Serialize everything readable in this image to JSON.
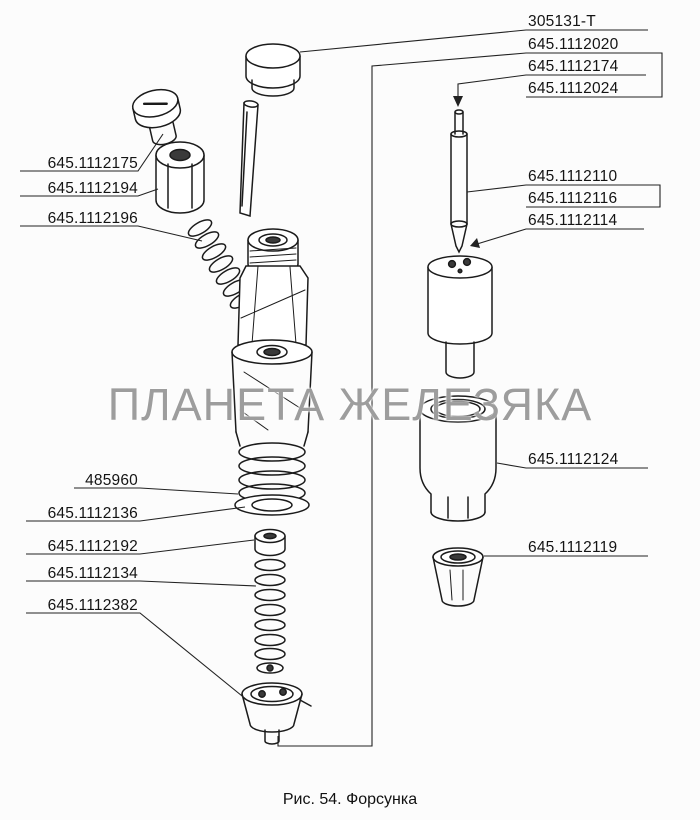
{
  "figure": {
    "caption": "Рис. 54. Форсунка",
    "watermark": "ПЛАНЕТА ЖЕЛЕЗЯКА",
    "line_color": "#1b1b1b",
    "background": "#fcfcfc",
    "watermark_color": "#9d9d9d"
  },
  "labels": {
    "top_right": [
      "305131-Т",
      "645.1112020",
      "645.1112174",
      "645.1112024"
    ],
    "mid_right": [
      "645.1112110",
      "645.1112116",
      "645.1112114"
    ],
    "lower_right": [
      "645.1112124",
      "645.1112119"
    ],
    "left": [
      "645.1112175",
      "645.1112194",
      "645.1112196",
      "485960",
      "645.1112136",
      "645.1112192",
      "645.1112134",
      "645.1112382"
    ]
  }
}
